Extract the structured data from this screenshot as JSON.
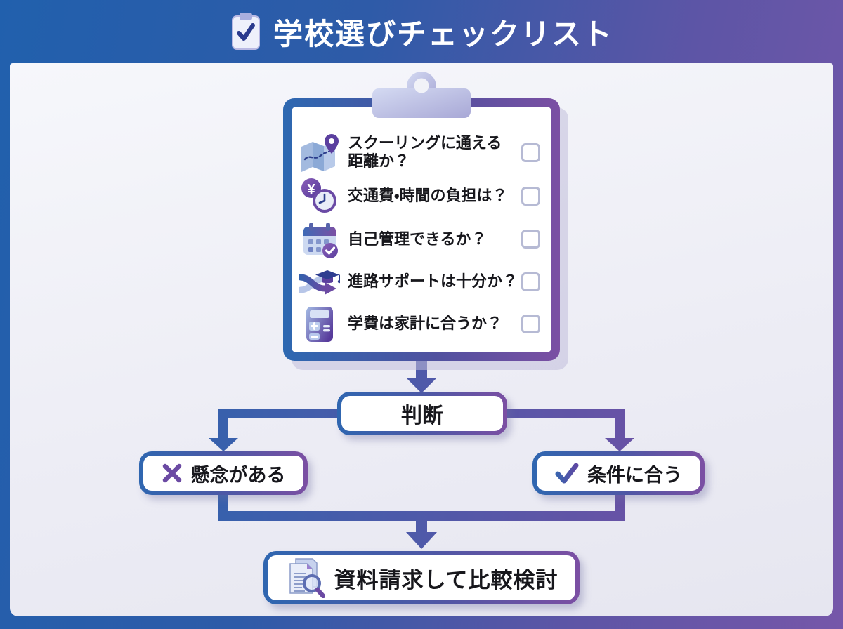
{
  "header": {
    "title": "学校選びチェックリスト",
    "icon": "clipboard-check-icon"
  },
  "checklist": {
    "items": [
      {
        "icon": "map-location-icon",
        "label": "スクーリングに通える\n距離か？",
        "checked": false
      },
      {
        "icon": "yen-clock-icon",
        "label": "交通費・時間の負担は？",
        "checked": false
      },
      {
        "icon": "calendar-check-icon",
        "label": "自己管理できるか？",
        "checked": false
      },
      {
        "icon": "career-path-icon",
        "label": "進路サポートは十分か？",
        "checked": false
      },
      {
        "icon": "calculator-icon",
        "label": "学費は家計に合うか？",
        "checked": false
      }
    ]
  },
  "flow": {
    "decision_label": "判断",
    "branches": [
      {
        "icon": "x-mark-icon",
        "label": "懸念がある"
      },
      {
        "icon": "check-mark-icon",
        "label": "条件に合う"
      }
    ],
    "result": {
      "icon": "document-search-icon",
      "label": "資料請求して比較検討"
    }
  },
  "colors": {
    "bg_gradient_left": "#2160ad",
    "bg_gradient_right": "#7657a9",
    "panel_bg": "#eef0f7",
    "box_border_blue": "#2f66b0",
    "box_border_purple": "#7b4fa3",
    "title_text": "#ffffff",
    "body_text": "#17171c",
    "checkbox_border": "#b6bad4",
    "x_mark": "#6b4aa3",
    "check_mark": "#4457a8",
    "connector_blue": "#2e63ae",
    "connector_purple": "#7050a4"
  }
}
